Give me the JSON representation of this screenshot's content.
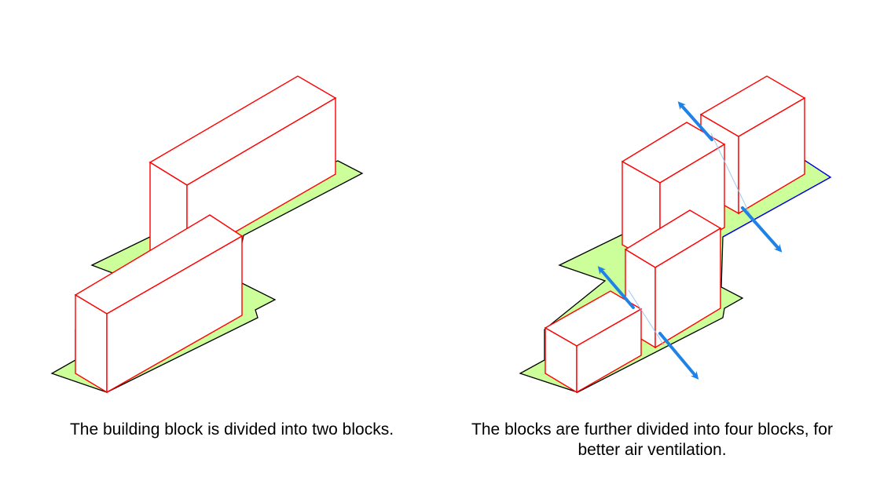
{
  "captions": {
    "left": "The building block is divided into two blocks.",
    "right_line1": "The blocks are further divided into four blocks, for",
    "right_line2": "better air ventilation."
  },
  "colors": {
    "ground_fill": "#ccff99",
    "block_edge": "#ff0000",
    "block_face": "#ffffff",
    "ground_edge": "#000000",
    "arrow": "#1e82e6",
    "site_edge_accent": "#0000ff"
  },
  "icons": {
    "ventilation_arrow": "double-headed-arrow-icon"
  }
}
